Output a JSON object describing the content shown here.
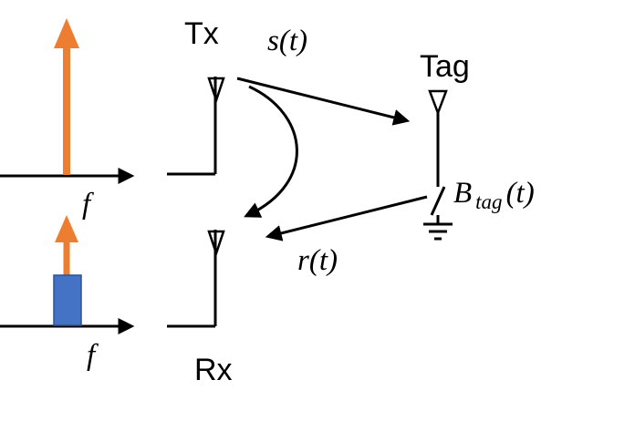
{
  "diagram": {
    "labels": {
      "tx": "Tx",
      "rx": "Rx",
      "tag": "Tag",
      "s_t": "s(t)",
      "r_t": "r(t)",
      "f_top": "f",
      "f_bottom": "f",
      "b_base": "B",
      "b_sub": "tag",
      "b_paren": "(t)"
    },
    "colors": {
      "carrier_arrow": "#ED7D31",
      "signal_block": "#4472C4",
      "signal_block_border": "#2F528F",
      "line": "#000000"
    }
  }
}
